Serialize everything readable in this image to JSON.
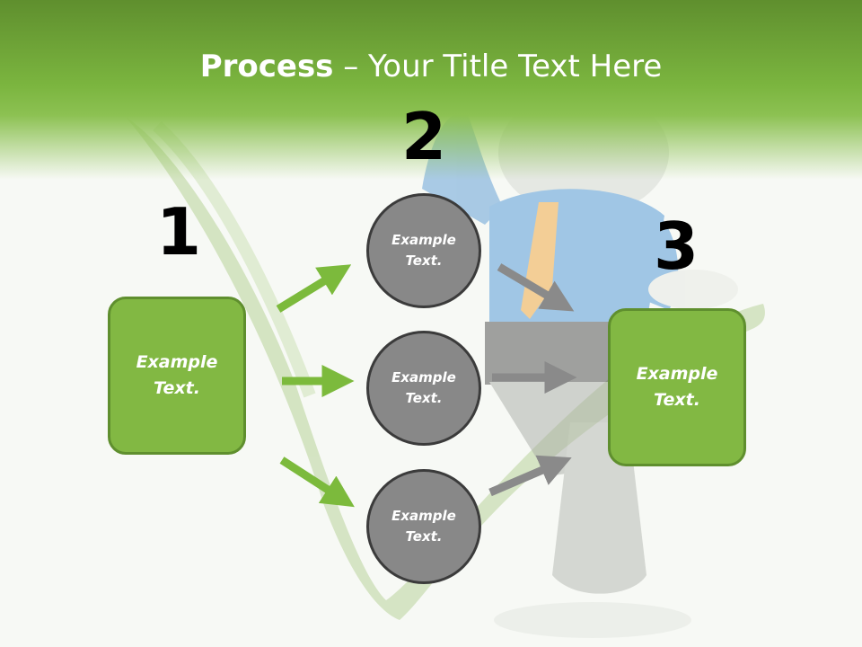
{
  "slide": {
    "title_bold": "Process",
    "title_rest": " – Your Title Text Here",
    "step_numbers": [
      "1",
      "2",
      "3"
    ],
    "left_box_text": "Example\nText.",
    "right_box_text": "Example\nText.",
    "circles": [
      "Example\nText.",
      "Example\nText.",
      "Example\nText."
    ]
  },
  "colors": {
    "header_green": "#7bb53f",
    "box_green": "#82b843",
    "box_border": "#5f8f2e",
    "circle_gray": "#888888",
    "arrow_green": "#7cba3c",
    "arrow_gray": "#8a8a8a"
  },
  "icons": [
    "checkmark-illustration",
    "businessman-figure-illustration"
  ]
}
